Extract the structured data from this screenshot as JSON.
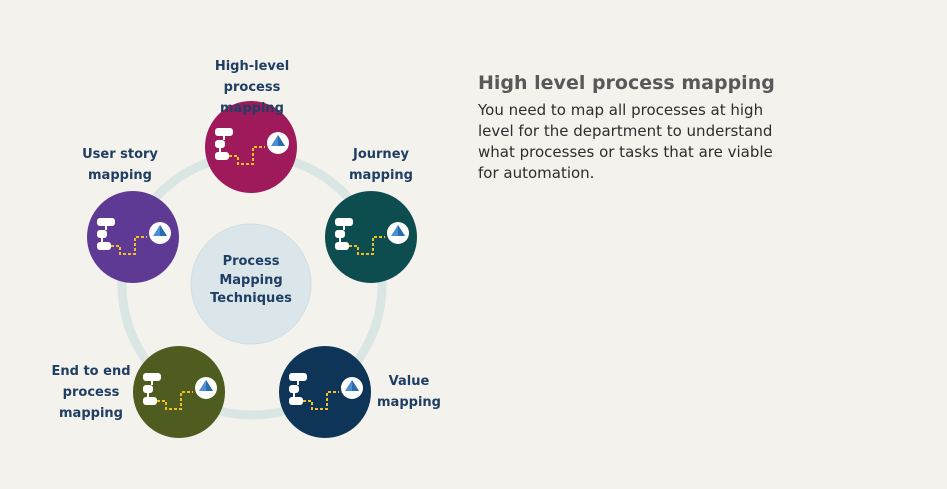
{
  "diagram": {
    "center_label": "Process\nMapping\nTechniques",
    "nodes": [
      {
        "label": "High-level process\nmapping",
        "color": "#9e1a5a"
      },
      {
        "label": "Journey\nmapping",
        "color": "#0d4d50"
      },
      {
        "label": "Value\nmapping",
        "color": "#0e3557"
      },
      {
        "label": "End to end\nprocess\nmapping",
        "color": "#4e5c1f"
      },
      {
        "label": "User story\nmapping",
        "color": "#5f3a94"
      }
    ],
    "ring_color": "#d9e6e4",
    "center_color": "#dbe6ea",
    "icon": "process-flow-icon"
  },
  "info": {
    "title": "High level process mapping",
    "body": "You need to map all processes at high level for the department to understand what processes or tasks that are viable for automation."
  }
}
